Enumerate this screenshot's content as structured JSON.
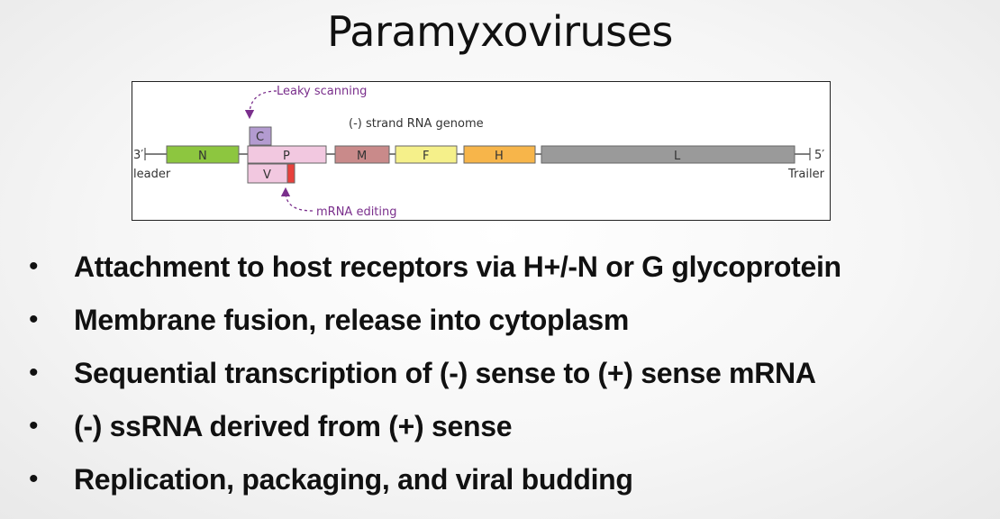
{
  "slide": {
    "title": "Paramyxoviruses"
  },
  "diagram": {
    "genome_label": "(-) strand RNA genome",
    "end_3_label": "3′",
    "end_5_label": "5′",
    "leader_label": "leader",
    "trailer_label": "Trailer",
    "leaky_scanning_label": "Leaky scanning",
    "mrna_editing_label": "mRNA editing",
    "genes": [
      {
        "label": "N",
        "color": "#8dc63f"
      },
      {
        "label": "P",
        "color": "#f2c8e0"
      },
      {
        "label": "M",
        "color": "#c98a8a"
      },
      {
        "label": "F",
        "color": "#f5f08a"
      },
      {
        "label": "H",
        "color": "#f7b54a"
      },
      {
        "label": "L",
        "color": "#9a9a9a"
      }
    ],
    "overlapping_orfs": [
      {
        "label": "C",
        "color": "#b39bd0"
      },
      {
        "label": "V",
        "color": "#f2c8e0",
        "edit_color": "#e8413c"
      }
    ],
    "annotation_color": "#7a2f8c"
  },
  "bullets": [
    "Attachment to host receptors via H+/-N or G glycoprotein",
    "Membrane fusion, release into cytoplasm",
    "Sequential transcription of (-) sense to (+) sense mRNA",
    "(-) ssRNA derived from (+) sense",
    "Replication, packaging, and viral budding"
  ]
}
